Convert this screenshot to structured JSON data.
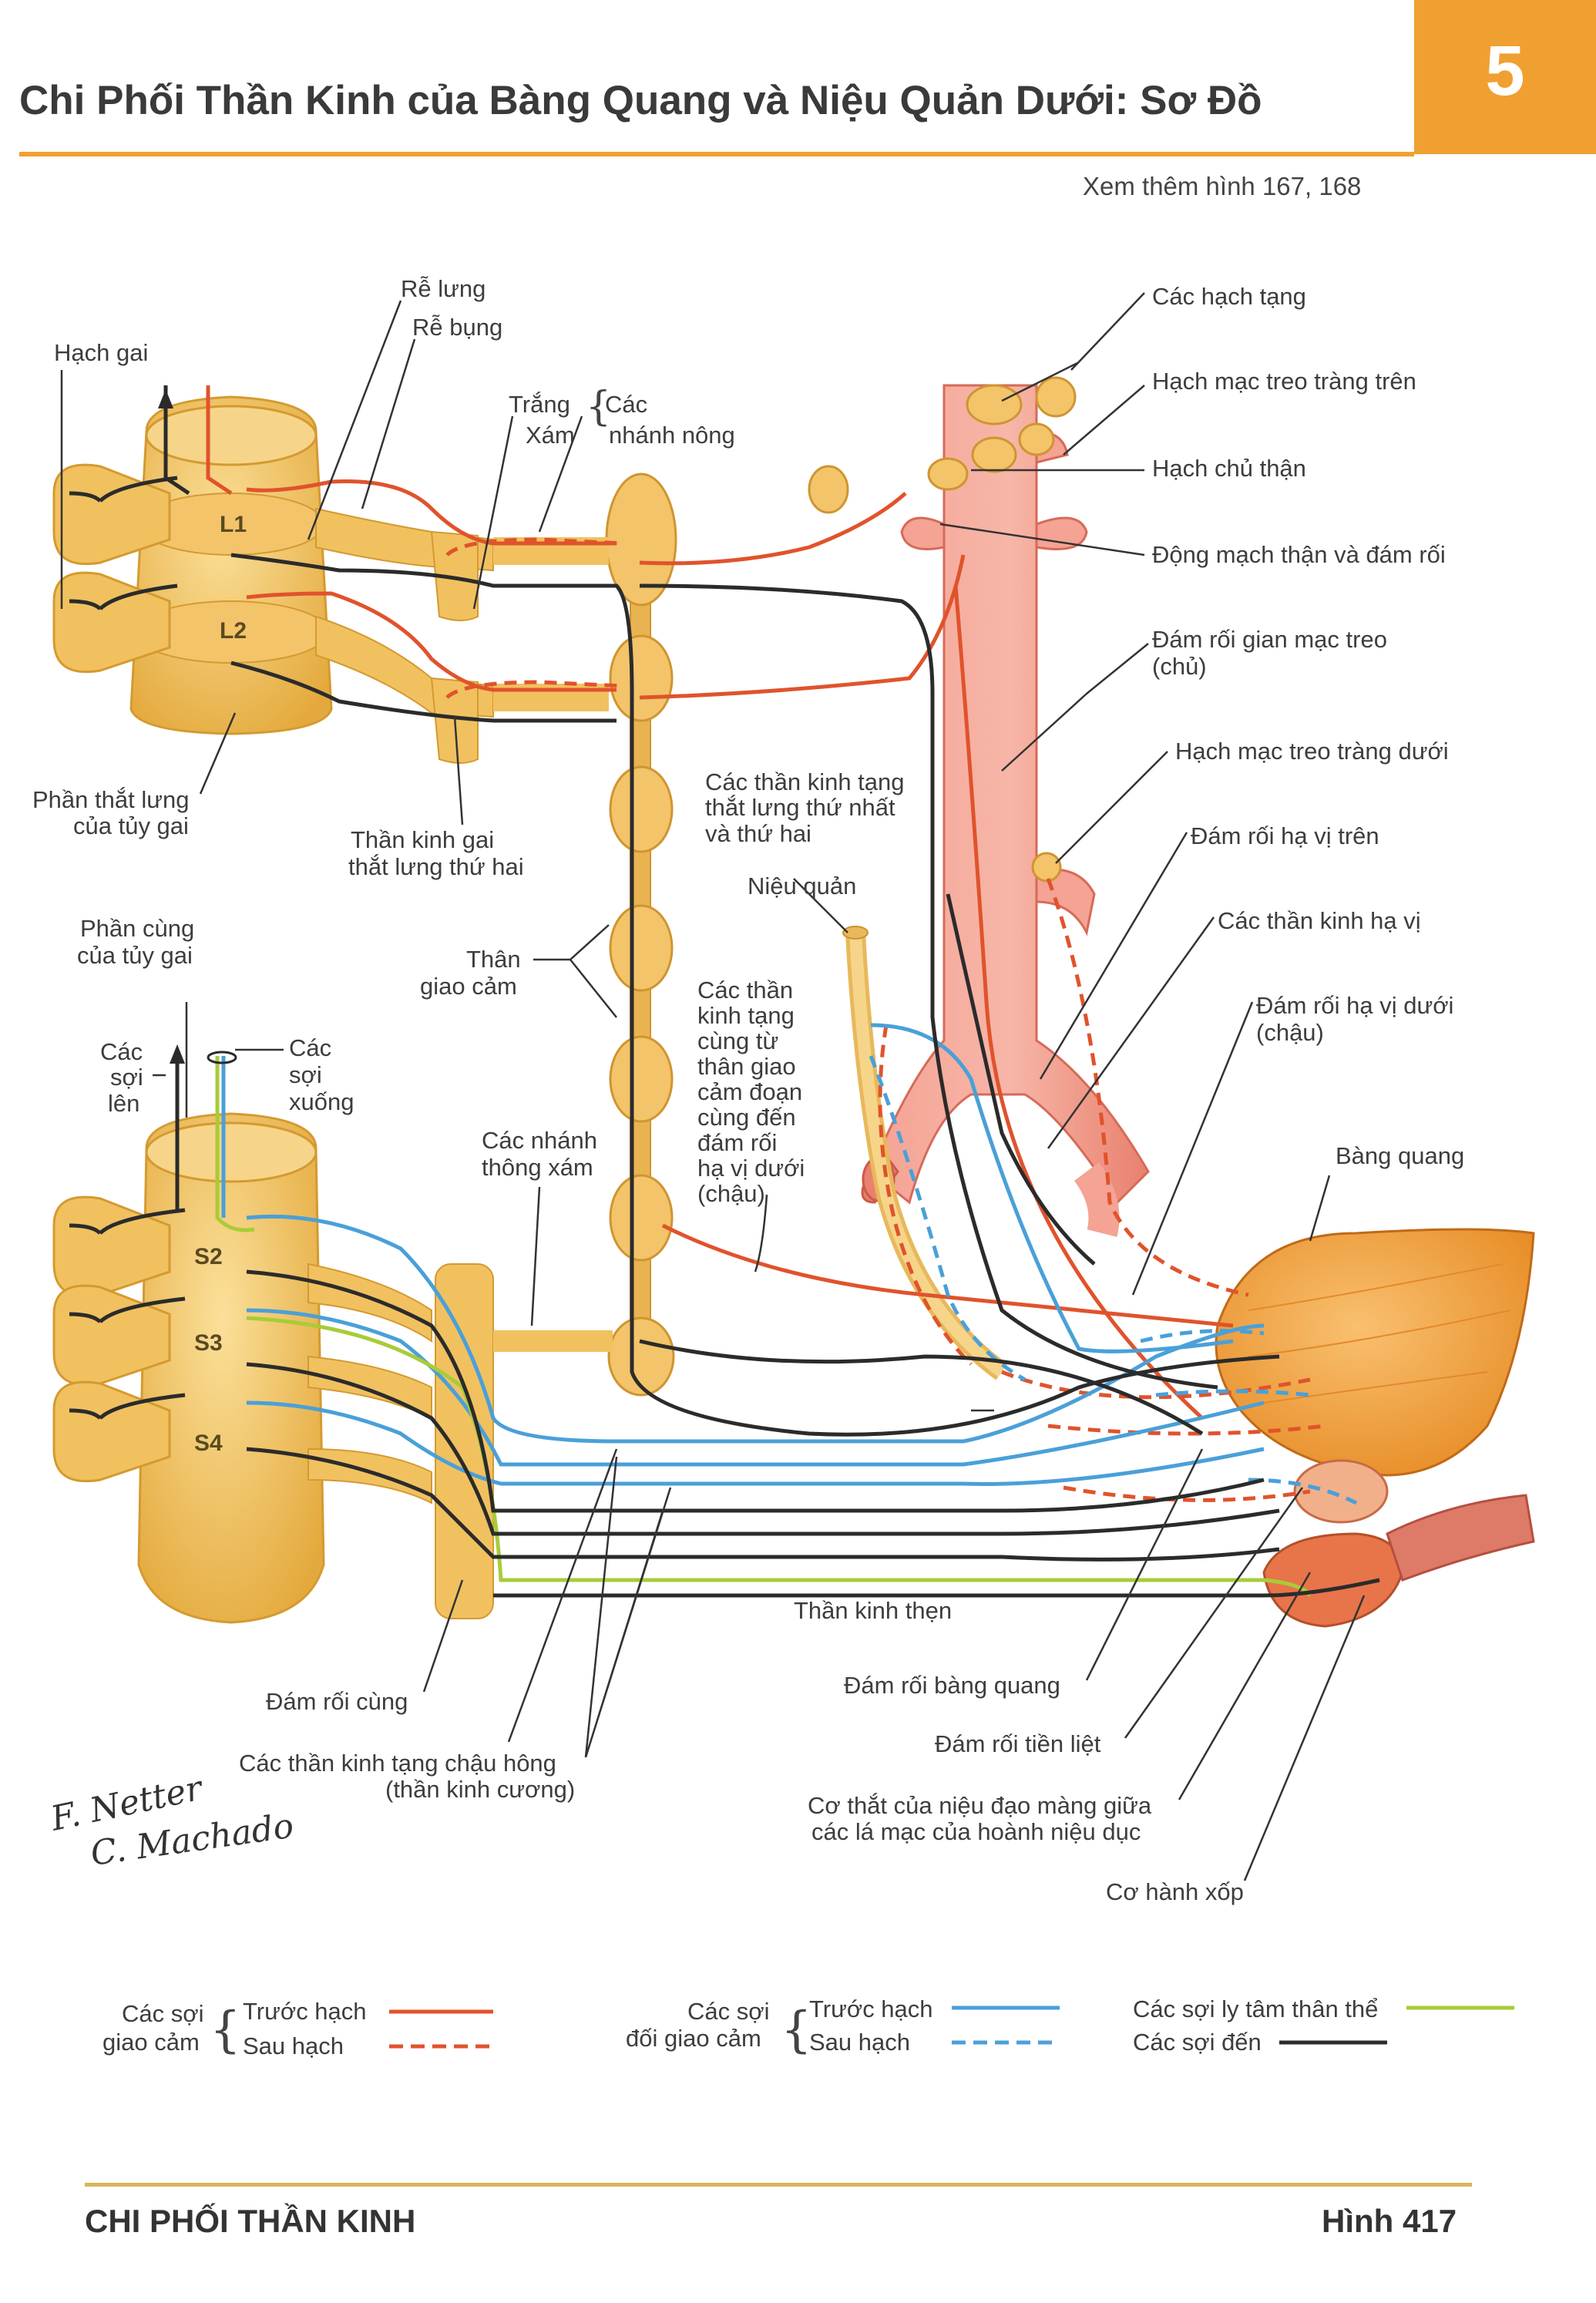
{
  "header": {
    "title": "Chi Phối Thần Kinh của Bàng Quang và Niệu Quản Dưới: Sơ Đồ",
    "section_number": "5",
    "see_also": "Xem thêm hình 167, 168"
  },
  "labels": {
    "hach_gai": "Hạch gai",
    "re_lung": "Rễ lưng",
    "re_bung": "Rễ bụng",
    "trang": "Trắng",
    "xam": "Xám",
    "cac_nhanh_nong_1": "Các",
    "cac_nhanh_nong_2": "nhánh nông",
    "cac_hach_tang": "Các hạch tạng",
    "hach_mac_treo_trang_tren": "Hạch mạc treo tràng trên",
    "hach_chu_than": "Hạch chủ thận",
    "dong_mach_than": "Động mạch thận và đám rối",
    "dam_roi_gian_mac_treo_1": "Đám rối gian mạc treo",
    "dam_roi_gian_mac_treo_2": "(chủ)",
    "hach_mac_treo_trang_duoi": "Hạch mạc treo tràng dưới",
    "dam_roi_ha_vi_tren": "Đám rối hạ vị trên",
    "cac_than_kinh_ha_vi": "Các thần kinh hạ vị",
    "dam_roi_ha_vi_duoi_1": "Đám rối hạ vị dưới",
    "dam_roi_ha_vi_duoi_2": "(chậu)",
    "bang_quang": "Bàng quang",
    "phan_that_lung_1": "Phần thắt lưng",
    "phan_that_lung_2": "của tủy gai",
    "than_kinh_gai_1": "Thần kinh gai",
    "than_kinh_gai_2": "thắt lưng thứ hai",
    "cac_than_kinh_tang_1": "Các thần kinh tạng",
    "cac_than_kinh_tang_2": "thắt lưng thứ nhất",
    "cac_than_kinh_tang_3": "và thứ hai",
    "nieu_quan": "Niệu quản",
    "phan_cung_1": "Phần cùng",
    "phan_cung_2": "của tủy gai",
    "than_giao_cam_1": "Thân",
    "than_giao_cam_2": "giao cảm",
    "cac_soi_len_1": "Các",
    "cac_soi_len_2": "sợi",
    "cac_soi_len_3": "lên",
    "cac_soi_xuong_1": "Các",
    "cac_soi_xuong_2": "sợi",
    "cac_soi_xuong_3": "xuống",
    "cac_nhanh_thong_xam_1": "Các nhánh",
    "cac_nhanh_thong_xam_2": "thông xám",
    "tang_cung": [
      "Các thần",
      "kinh tạng",
      "cùng từ",
      "thân giao",
      "cảm đoạn",
      "cùng đến",
      "đám rối",
      "hạ vị dưới",
      "(chậu)"
    ],
    "than_kinh_then": "Thần kinh thẹn",
    "dam_roi_cung": "Đám rối cùng",
    "tang_chau_hong_1": "Các thần kinh tạng chậu hông",
    "tang_chau_hong_2": "(thần kinh cương)",
    "dam_roi_bang_quang": "Đám rối bàng quang",
    "dam_roi_tien_liet": "Đám rối tiền liệt",
    "co_that_1": "Cơ thắt của niệu đạo màng giữa",
    "co_that_2": "các lá mạc của hoành niệu dục",
    "co_hanh_xop": "Cơ hành xốp"
  },
  "segments": {
    "l1": "L1",
    "l2": "L2",
    "s2": "S2",
    "s3": "S3",
    "s4": "S4"
  },
  "legend": {
    "sympathetic_1": "Các sợi",
    "sympathetic_2": "giao cảm",
    "parasympathetic_1": "Các sợi",
    "parasympathetic_2": "đối giao cảm",
    "pre": "Trước hạch",
    "post": "Sau hạch",
    "pre2": "Trước hạch",
    "post2": "Sau hạch",
    "somatic": "Các sợi ly tâm thân thể",
    "afferent": "Các sợi đến"
  },
  "signature": {
    "line1": "F. Netter",
    "line2": "C. Machado"
  },
  "footer": {
    "section": "CHI PHỐI THẦN KINH",
    "figure": "Hình 417"
  },
  "colors": {
    "accent": "#f0a030",
    "sympathetic": "#e0532c",
    "parasympathetic": "#4aa0d8",
    "somatic": "#a8cc38",
    "afferent": "#2b2b2b",
    "spinal": "#f3c46a",
    "vessel": "#f08a78",
    "bladder": "#f2a238"
  }
}
